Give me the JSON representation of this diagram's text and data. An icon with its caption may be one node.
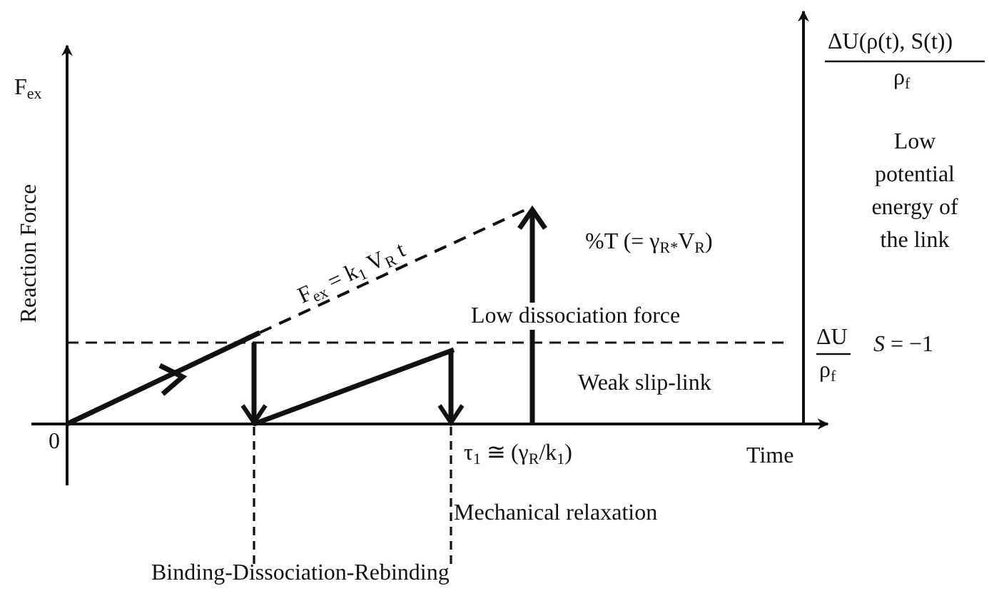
{
  "diagram": {
    "labels": [
      "F$_{ex}$",
      "ΔU(ρ(t), S(t))",
      "ρ$_{f}$",
      "Low potential energy of the link",
      "Reaction Force",
      "F$_{ex}$ = k$_{1}$ V$_{R}$ t",
      "%T (= γ$_{R*}$V$_{R}$)",
      "Low dissociation force",
      "ΔU",
      "ρ$_{f}$",
      "*S* = −1",
      "Weak slip-link",
      "0",
      "τ$_{1}$ ≅ (γ$_{R}$/k$_{1}$)",
      "Time",
      "Mechanical relaxation",
      "Binding-Dissociation-Rebinding"
    ]
  }
}
